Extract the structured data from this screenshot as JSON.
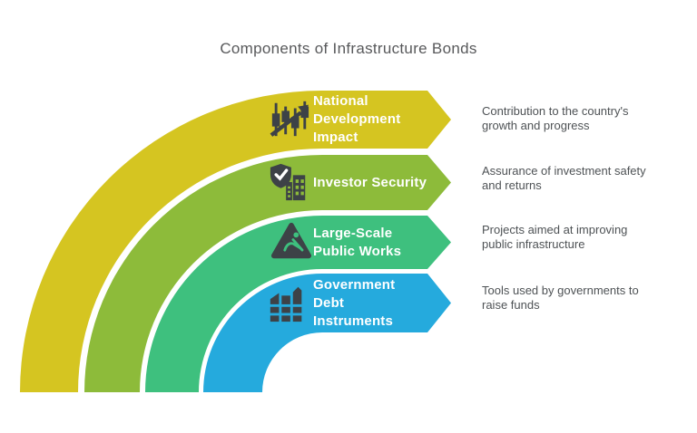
{
  "title": "Components of Infrastructure Bonds",
  "colors": {
    "background": "#ffffff",
    "title_text": "#58595b",
    "description_text": "#4e5255",
    "banner_text": "#ffffff",
    "icon": "#3d4247",
    "check": "#ffffff"
  },
  "bands": [
    {
      "label": "National Development Impact",
      "label_lines": [
        "National",
        "Development",
        "Impact"
      ],
      "description": "Contribution to the country's growth and progress",
      "desc_lines": [
        "Contribution to the country's",
        "growth and progress"
      ],
      "color": "#d5c521",
      "icon": "growth-chart-icon"
    },
    {
      "label": "Investor Security",
      "label_lines": [
        "Investor Security"
      ],
      "description": "Assurance of investment safety and returns",
      "desc_lines": [
        "Assurance of investment safety",
        "and returns"
      ],
      "color": "#8dbb3a",
      "icon": "shield-building-icon"
    },
    {
      "label": "Large-Scale Public Works",
      "label_lines": [
        "Large-Scale",
        "Public Works"
      ],
      "description": "Projects aimed at improving public infrastructure",
      "desc_lines": [
        "Projects aimed at improving",
        "public infrastructure"
      ],
      "color": "#3ec07e",
      "icon": "construction-sign-icon"
    },
    {
      "label": "Government Debt Instruments",
      "label_lines": [
        "Government",
        "Debt",
        "Instruments"
      ],
      "description": "Tools used by governments to raise funds",
      "desc_lines": [
        "Tools used by governments to",
        "raise funds"
      ],
      "color": "#25aadd",
      "icon": "government-buildings-icon"
    }
  ]
}
